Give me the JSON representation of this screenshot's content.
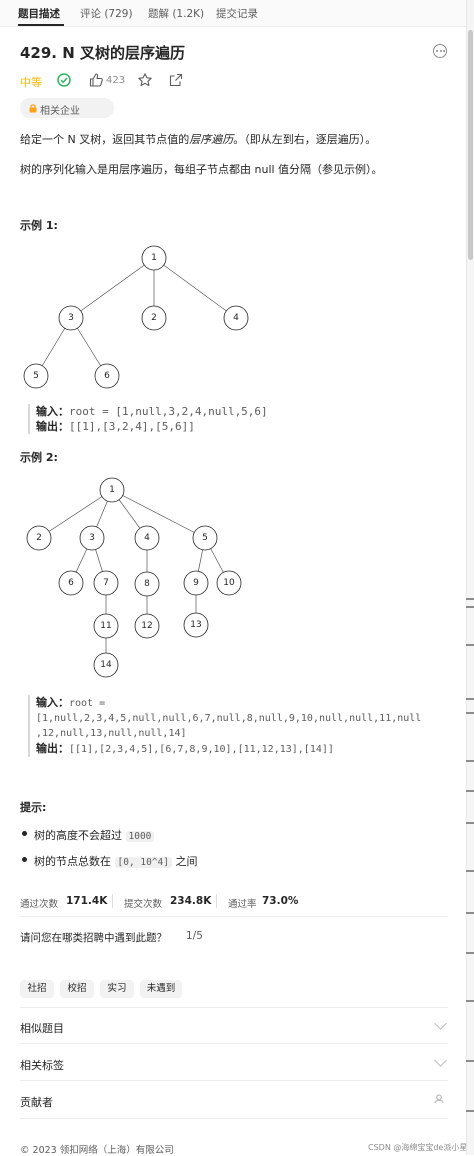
{
  "tabs": [
    {
      "label": "题目描述",
      "active": true
    },
    {
      "label": "评论 (729)",
      "active": false
    },
    {
      "label": "题解 (1.2K)",
      "active": false
    },
    {
      "label": "提交记录",
      "active": false
    }
  ],
  "problem": {
    "title": "429. N 叉树的层序遍历",
    "difficulty": "中等",
    "like_count": "423",
    "company_tag": "相关企业"
  },
  "description": {
    "p1_before": "给定一个 N 叉树，返回其节点值的",
    "p1_emph": "层序遍历",
    "p1_after": "。（即从左到右，逐层遍历）。",
    "p2": "树的序列化输入是用层序遍历，每组子节点都由 null 值分隔（参见示例）。"
  },
  "example1": {
    "heading": "示例 1:",
    "nodes": [
      "1",
      "3",
      "2",
      "4",
      "5",
      "6"
    ],
    "input_label": "输入：",
    "input_value": "root = [1,null,3,2,4,null,5,6]",
    "output_label": "输出：",
    "output_value": "[[1],[3,2,4],[5,6]]"
  },
  "example2": {
    "heading": "示例 2:",
    "nodes": [
      "1",
      "2",
      "3",
      "4",
      "5",
      "6",
      "7",
      "8",
      "9",
      "10",
      "11",
      "12",
      "13",
      "14"
    ],
    "input_label": "输入：",
    "input_line1": "root =",
    "input_line2": "[1,null,2,3,4,5,null,null,6,7,null,8,null,9,10,null,null,11,null",
    "input_line3": ",12,null,13,null,null,14]",
    "output_label": "输出：",
    "output_value": "[[1],[2,3,4,5],[6,7,8,9,10],[11,12,13],[14]]"
  },
  "hints": {
    "heading": "提示:",
    "h1_text": "树的高度不会超过",
    "h1_code": "1000",
    "h2_text": "树的节点总数在",
    "h2_code": "[0, 10^4]",
    "h2_after": "之间"
  },
  "stats": {
    "accepted_label": "通过次数",
    "accepted_value": "171.4K",
    "submissions_label": "提交次数",
    "submissions_value": "234.8K",
    "rate_label": "通过率",
    "rate_value": "73.0%"
  },
  "survey": {
    "question": "请问您在哪类招聘中遇到此题？",
    "progress": "1/5",
    "options": [
      "社招",
      "校招",
      "实习",
      "未遇到"
    ]
  },
  "sections": {
    "similar": "相似题目",
    "tags": "相关标签",
    "contributors": "贡献者"
  },
  "footer": {
    "copyright": "© 2023 领扣网络（上海）有限公司",
    "watermark": "CSDN @海绵宝宝de派小星"
  },
  "colors": {
    "accent_medium": "#ffb800",
    "accepted_green": "#2db55d"
  }
}
